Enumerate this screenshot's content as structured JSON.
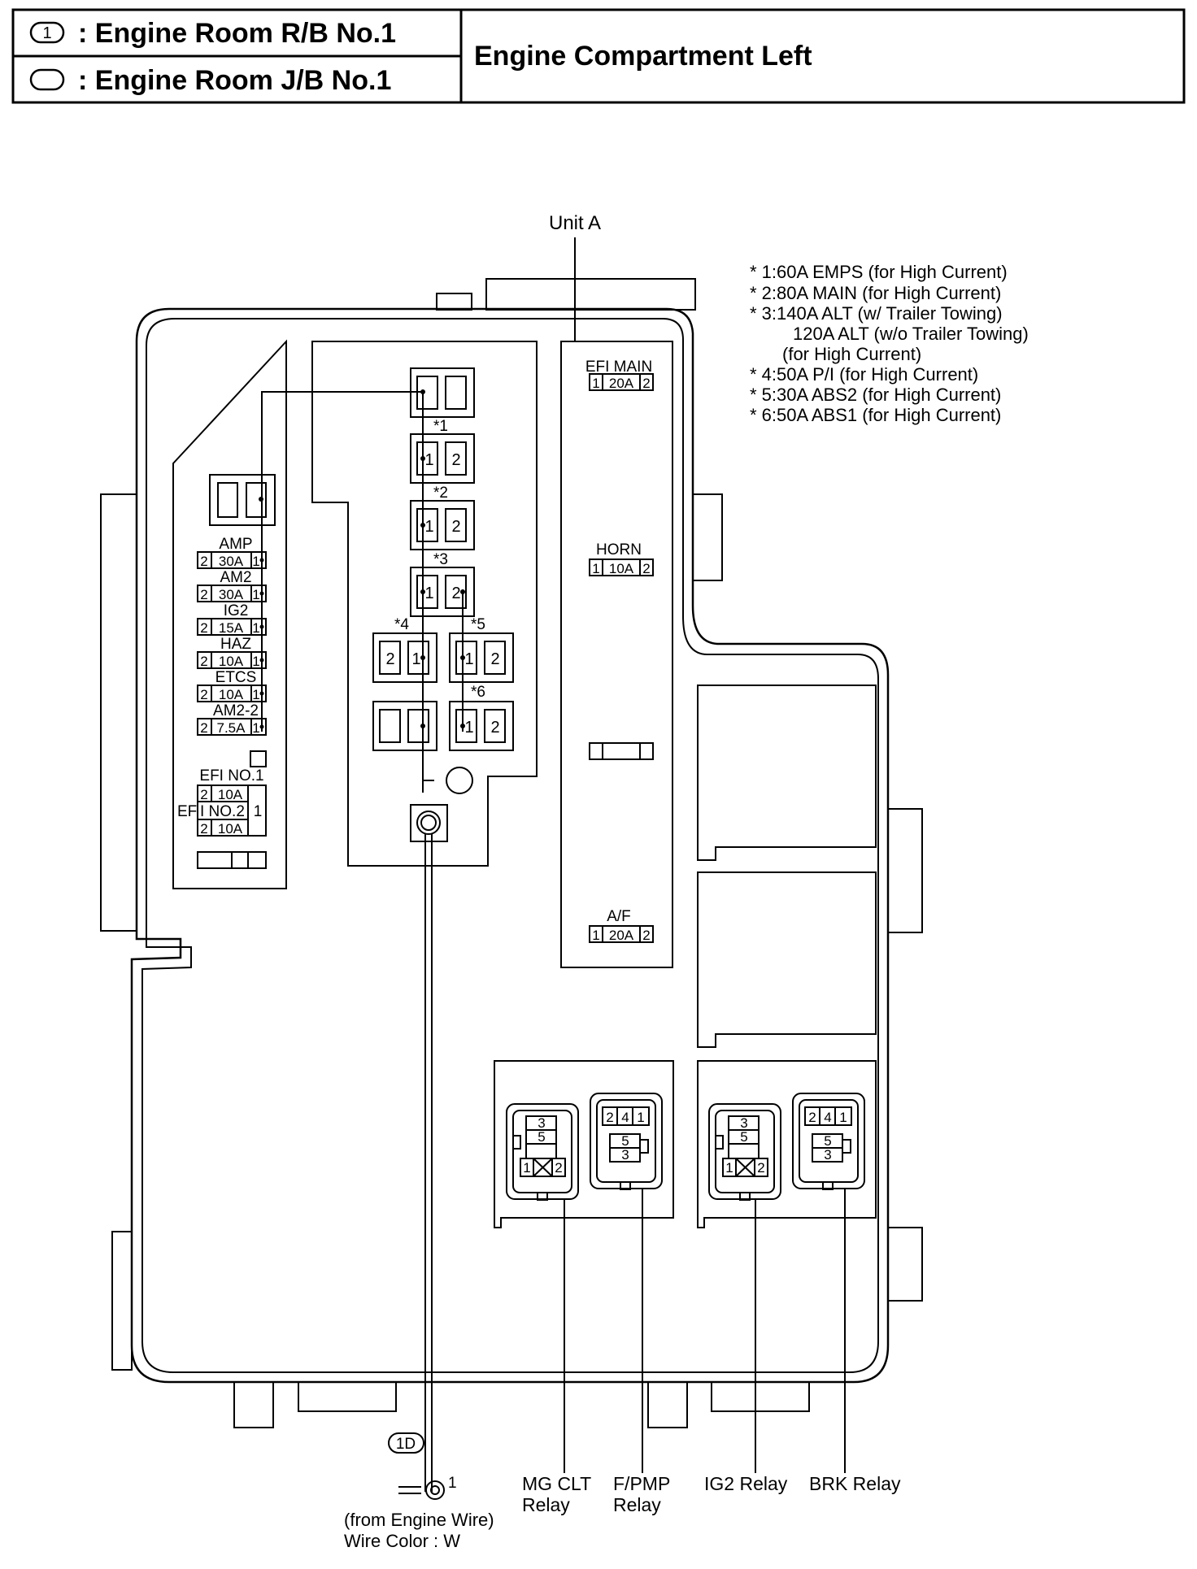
{
  "header": {
    "rb_symbol": "1",
    "rb_label": ": Engine Room R/B No.1",
    "jb_label": ": Engine Room J/B No.1",
    "location": "Engine Compartment Left"
  },
  "unit_label": "Unit A",
  "notes": [
    "* 1:60A EMPS (for High Current)",
    "* 2:80A MAIN (for High Current)",
    "* 3:140A ALT (w/ Trailer Towing)",
    "120A ALT (w/o Trailer Towing)",
    "(for High Current)",
    "* 4:50A P/I (for High Current)",
    "* 5:30A ABS2 (for High Current)",
    "* 6:50A ABS1 (for High Current)"
  ],
  "left_fuses": [
    {
      "name": "AMP",
      "left": "2",
      "amp": "30A",
      "right": "1"
    },
    {
      "name": "AM2",
      "left": "2",
      "amp": "30A",
      "right": "1"
    },
    {
      "name": "IG2",
      "left": "2",
      "amp": "15A",
      "right": "1"
    },
    {
      "name": "HAZ",
      "left": "2",
      "amp": "10A",
      "right": "1"
    },
    {
      "name": "ETCS",
      "left": "2",
      "amp": "10A",
      "right": "1"
    },
    {
      "name": "AM2-2",
      "left": "2",
      "amp": "7.5A",
      "right": "1"
    }
  ],
  "efi": {
    "no1_label": "EFI NO.1",
    "no1_left": "2",
    "no1_amp": "10A",
    "no2_label_a": "EF",
    "no2_label_b": "I NO.2",
    "no2_left": "2",
    "no2_amp": "10A",
    "common_pin": "1"
  },
  "fusible_links": {
    "stars": [
      "*1",
      "*2",
      "*3",
      "*4",
      "*5",
      "*6"
    ],
    "pin1": "1",
    "pin2": "2"
  },
  "unit_a_fuses": [
    {
      "name": "EFI MAIN",
      "left": "1",
      "amp": "20A",
      "right": "2"
    },
    {
      "name": "HORN",
      "left": "1",
      "amp": "10A",
      "right": "2"
    },
    {
      "name": "A/F",
      "left": "1",
      "amp": "20A",
      "right": "2"
    }
  ],
  "relays": {
    "mgclt_pins": [
      "3",
      "5",
      "1",
      "2"
    ],
    "fpmp_pins": [
      "2",
      "4",
      "1",
      "5",
      "3"
    ],
    "ig2_pins": [
      "3",
      "5",
      "1",
      "2"
    ],
    "brk_pins": [
      "2",
      "4",
      "1",
      "5",
      "3"
    ],
    "mgclt_label": [
      "MG CLT",
      "Relay"
    ],
    "fpmp_label": [
      "F/PMP",
      "Relay"
    ],
    "ig2_label": "IG2 Relay",
    "brk_label": "BRK Relay"
  },
  "ground": {
    "connector": "1D",
    "pin": "1",
    "source": "(from Engine Wire)",
    "wire_color": "Wire Color : W"
  },
  "colors": {
    "line": "#000000",
    "background": "#ffffff"
  }
}
